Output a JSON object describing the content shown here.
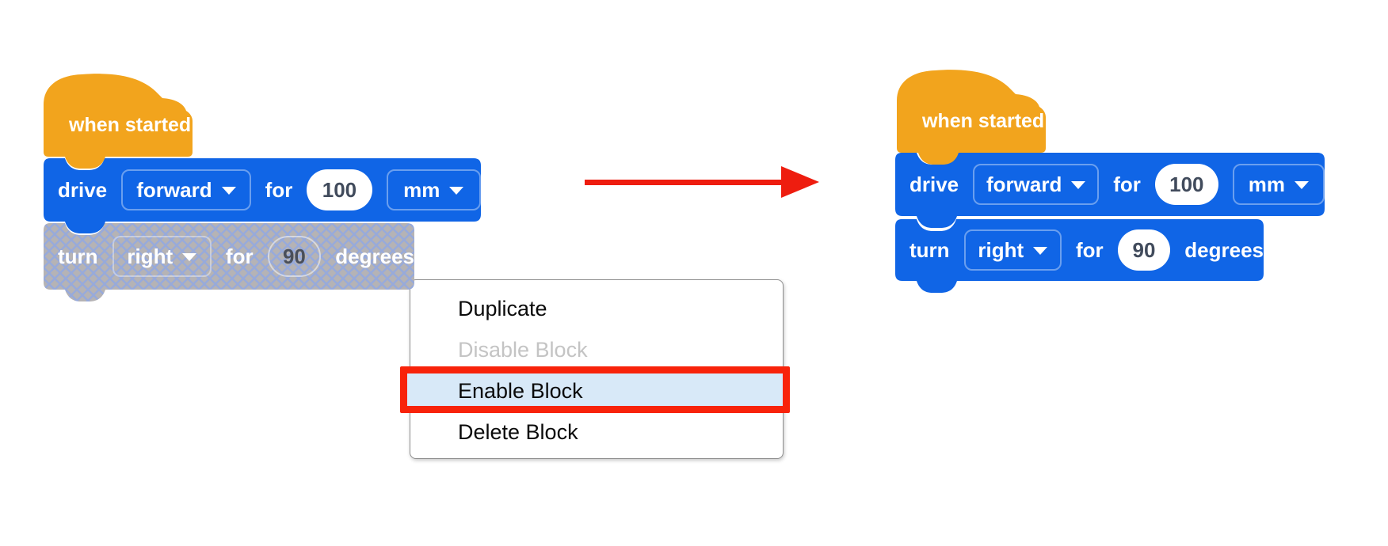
{
  "left_stack": {
    "hat": {
      "label": "when started"
    },
    "drive": {
      "verb": "drive",
      "direction": "forward",
      "for": "for",
      "value": "100",
      "unit": "mm"
    },
    "turn": {
      "verb": "turn",
      "direction": "right",
      "for": "for",
      "value": "90",
      "unit": "degrees",
      "state": "disabled"
    }
  },
  "right_stack": {
    "hat": {
      "label": "when started"
    },
    "drive": {
      "verb": "drive",
      "direction": "forward",
      "for": "for",
      "value": "100",
      "unit": "mm"
    },
    "turn": {
      "verb": "turn",
      "direction": "right",
      "for": "for",
      "value": "90",
      "unit": "degrees",
      "state": "enabled"
    }
  },
  "context_menu": {
    "items": [
      {
        "label": "Duplicate",
        "state": "normal"
      },
      {
        "label": "Disable Block",
        "state": "disabled"
      },
      {
        "label": "Enable Block",
        "state": "highlighted"
      },
      {
        "label": "Delete Block",
        "state": "normal"
      }
    ]
  },
  "colors": {
    "block_blue": "#1065e6",
    "hat_orange": "#f2a41d",
    "disabled_gray": "#b5b3b5",
    "hatch_line": "#97aadb",
    "menu_highlight": "#d8e9f8",
    "annotation_red": "#f8230a",
    "arrow_red": "#ee1d0f",
    "oval_text": "#414b5c"
  }
}
